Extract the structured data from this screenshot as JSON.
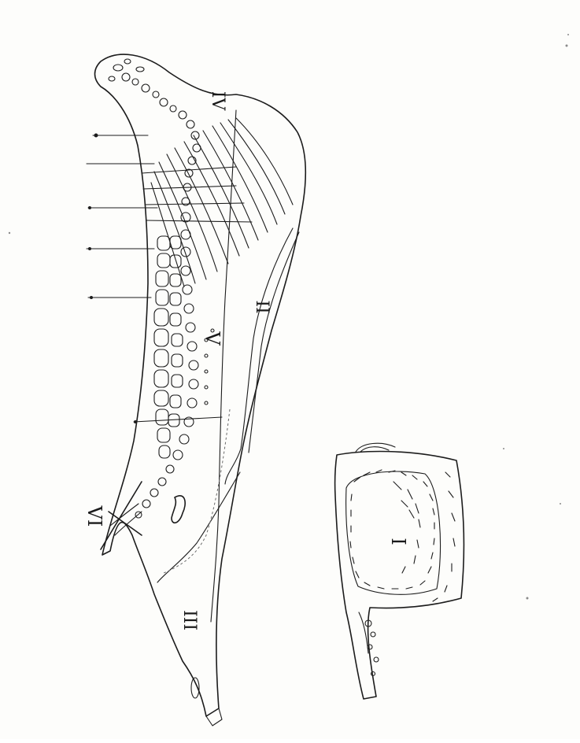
{
  "figure": {
    "region_labels": {
      "i": "I",
      "ii": "II",
      "iii": "III",
      "iv": "IV",
      "v": "V",
      "vi": "VI"
    }
  },
  "colors": {
    "ink": "#1c1c1c",
    "paper": "#fdfdfb"
  }
}
